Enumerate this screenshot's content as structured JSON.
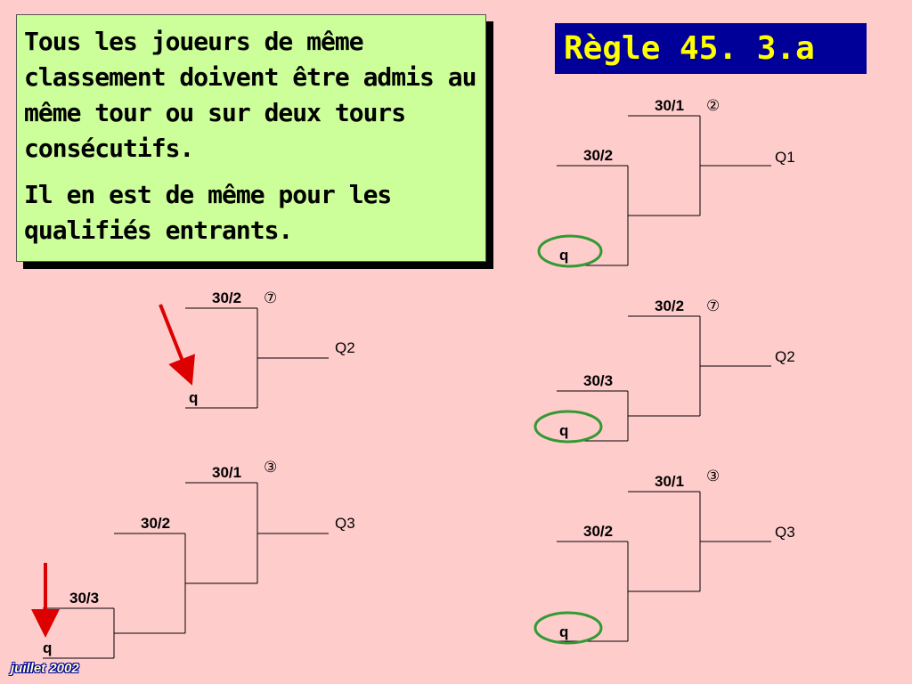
{
  "rule_text": {
    "paragraph1": "Tous les joueurs de même classement doivent être admis au même tour ou sur deux tours consécutifs.",
    "paragraph2": "Il en est de même pour les qualifiés entrants."
  },
  "title": "Règle 45. 3.a",
  "footer": "juillet 2002",
  "brackets": {
    "right_top": {
      "top": "30/1",
      "middle": "30/2",
      "bottom": "q",
      "circle_number": "②",
      "result": "Q1"
    },
    "right_mid": {
      "top": "30/2",
      "middle": "30/3",
      "bottom": "q",
      "circle_number": "⑦",
      "result": "Q2"
    },
    "right_bottom": {
      "top": "30/1",
      "middle": "30/2",
      "bottom": "q",
      "circle_number": "③",
      "result": "Q3"
    },
    "left_top": {
      "top": "30/2",
      "bottom": "q",
      "circle_number": "⑦",
      "result": "Q2"
    },
    "left_bottom": {
      "top": "30/1",
      "middle": "30/2",
      "lower": "30/3",
      "bottom": "q",
      "circle_number": "③",
      "result": "Q3"
    }
  },
  "colors": {
    "background": "#ffcccc",
    "rule_box": "#ccff99",
    "title_box": "#000099",
    "title_text": "#ffff00",
    "highlight_circle": "#339933",
    "arrow": "#dd0000"
  }
}
